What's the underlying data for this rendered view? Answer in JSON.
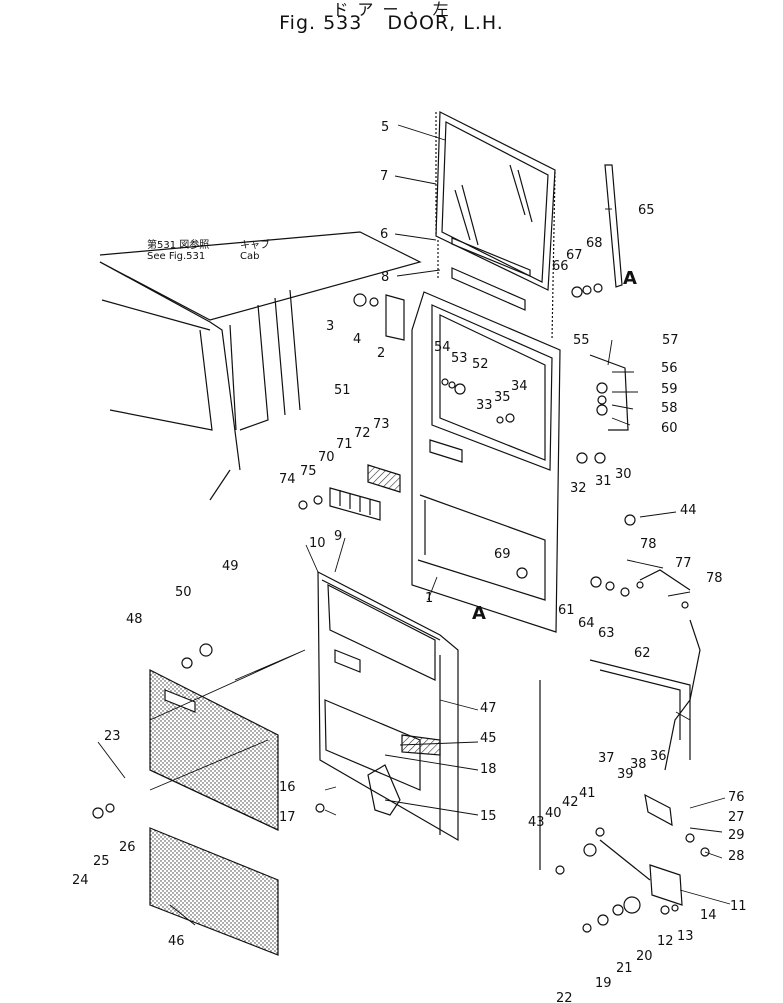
{
  "title_japanese": "ド ア ー ， 左",
  "title_fig": "Fig. 533",
  "title_name": "DOOR, L.H.",
  "cab_reference": {
    "line1": [
      "第531 図参照",
      "キャブ"
    ],
    "line2": [
      "See  Fig.531",
      "Cab"
    ]
  },
  "view_marker": "A",
  "part_numbers": [
    "1",
    "2",
    "3",
    "4",
    "5",
    "6",
    "7",
    "8",
    "9",
    "10",
    "11",
    "12",
    "13",
    "14",
    "15",
    "16",
    "17",
    "18",
    "19",
    "20",
    "21",
    "22",
    "23",
    "24",
    "25",
    "26",
    "27",
    "28",
    "29",
    "30",
    "31",
    "32",
    "33",
    "34",
    "35",
    "36",
    "37",
    "38",
    "39",
    "40",
    "41",
    "42",
    "43",
    "44",
    "45",
    "46",
    "47",
    "48",
    "49",
    "50",
    "51",
    "52",
    "53",
    "54",
    "55",
    "56",
    "57",
    "58",
    "59",
    "60",
    "61",
    "62",
    "63",
    "64",
    "65",
    "66",
    "67",
    "68",
    "69",
    "70",
    "71",
    "72",
    "73",
    "74",
    "75",
    "76",
    "77",
    "78"
  ],
  "colors": {
    "line": "#111111",
    "background": "#ffffff",
    "hatch": "#333333"
  }
}
